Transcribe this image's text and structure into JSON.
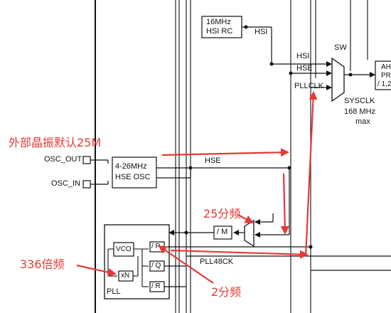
{
  "hsi_rc": {
    "line1": "16MHz",
    "line2": "HSI RC"
  },
  "hsi_signal": "HSI",
  "mux_inputs": {
    "hsi": "HSI",
    "hse": "HSE",
    "pllclk": "PLLCLK"
  },
  "sw": "SW",
  "sysclk": {
    "name": "SYSCLK",
    "freq": "168 MHz",
    "note": "max"
  },
  "ahb_prescaler": {
    "line1": "AH",
    "line2": "PR",
    "line3": "/ 1,2"
  },
  "osc_out": "OSC_OUT",
  "osc_in": "OSC_IN",
  "hse_osc": {
    "line1": "4-26MHz",
    "line2": "HSE OSC"
  },
  "hse_signal": "HSE",
  "pll": {
    "vco": "VCO",
    "xn": "xN",
    "div_p": "/ P",
    "div_q": "/ Q",
    "div_r": "/ R",
    "label": "PLL"
  },
  "div_m": "/ M",
  "pll48ck": "PLL48CK",
  "annotations": {
    "crystal_default": "外部晶振默认25M",
    "div25": "25分频",
    "mul336": "336倍频",
    "div2": "2分频"
  },
  "annotation_color": "#e53935"
}
